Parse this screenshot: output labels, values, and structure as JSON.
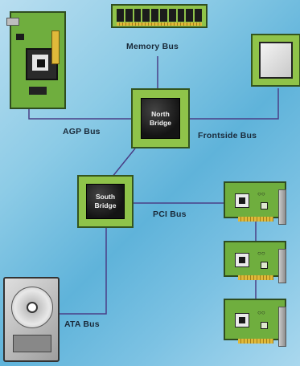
{
  "labels": {
    "memory_bus": "Memory Bus",
    "agp_bus": "AGP Bus",
    "frontside_bus": "Frontside Bus",
    "pci_bus": "PCI Bus",
    "ata_bus": "ATA Bus",
    "north_bridge_line1": "North",
    "north_bridge_line2": "Bridge",
    "south_bridge_line1": "South",
    "south_bridge_line2": "Bridge"
  },
  "colors": {
    "board_green": "#8fc34a",
    "chip_dark": "#141414",
    "wire": "#4a3f86"
  }
}
